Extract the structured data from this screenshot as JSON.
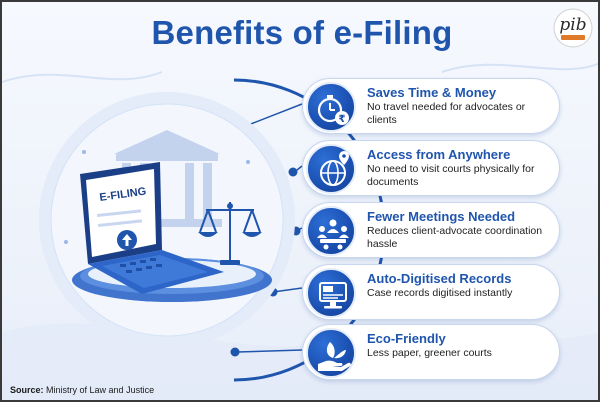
{
  "title": "Benefits of e-Filing",
  "logo_text": "pib",
  "illustration": {
    "laptop_screen_label": "E-FILING"
  },
  "benefits": [
    {
      "title": "Saves Time & Money",
      "description": "No travel needed for advocates or clients",
      "icon": "stopwatch-rupee-icon"
    },
    {
      "title": "Access from Anywhere",
      "description": "No need to visit courts physically for documents",
      "icon": "globe-location-icon"
    },
    {
      "title": "Fewer Meetings Needed",
      "description": "Reduces client-advocate coordination hassle",
      "icon": "meeting-people-icon"
    },
    {
      "title": "Auto-Digitised Records",
      "description": "Case records digitised instantly",
      "icon": "monitor-code-icon"
    },
    {
      "title": "Eco-Friendly",
      "description": "Less paper, greener courts",
      "icon": "hand-leaf-icon"
    }
  ],
  "source": {
    "label": "Source:",
    "value": "Ministry of Law and Justice"
  },
  "colors": {
    "primary_blue": "#1f55ad",
    "icon_blue": "#1a4fb0",
    "background": "#eef3fb"
  }
}
